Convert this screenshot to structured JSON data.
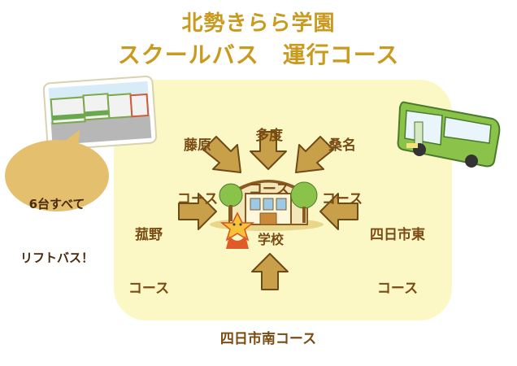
{
  "title": {
    "line1": "北勢きらら学園",
    "line2": "スクールバス　運行コース"
  },
  "center": {
    "school_label": "学校"
  },
  "callout": {
    "line1": "6台すべて",
    "line2": "リフトバス！"
  },
  "routes": {
    "fujiwara": {
      "line1": "藤原",
      "line2": "コース"
    },
    "tado": {
      "line1": "多度",
      "line2": "コース"
    },
    "kuwana": {
      "line1": "桑名",
      "line2": "コース"
    },
    "komono": {
      "line1": "菰野",
      "line2": "コース"
    },
    "yokkaichi_east": {
      "line1": "四日市東",
      "line2": "コース"
    },
    "yokkaichi_south": {
      "line1": "四日市南コース"
    }
  },
  "colors": {
    "title": "#c99a1e",
    "label": "#7a4b12",
    "arrow_fill": "#c9a04a",
    "arrow_stroke": "#6e4a1a",
    "panel": "#fbf8c5",
    "bubble": "#e3bf6e",
    "bus_green": "#8bc34a"
  },
  "icons": [
    "bus-photo",
    "bus-illustration",
    "school-building-icon",
    "mascot-icon"
  ]
}
